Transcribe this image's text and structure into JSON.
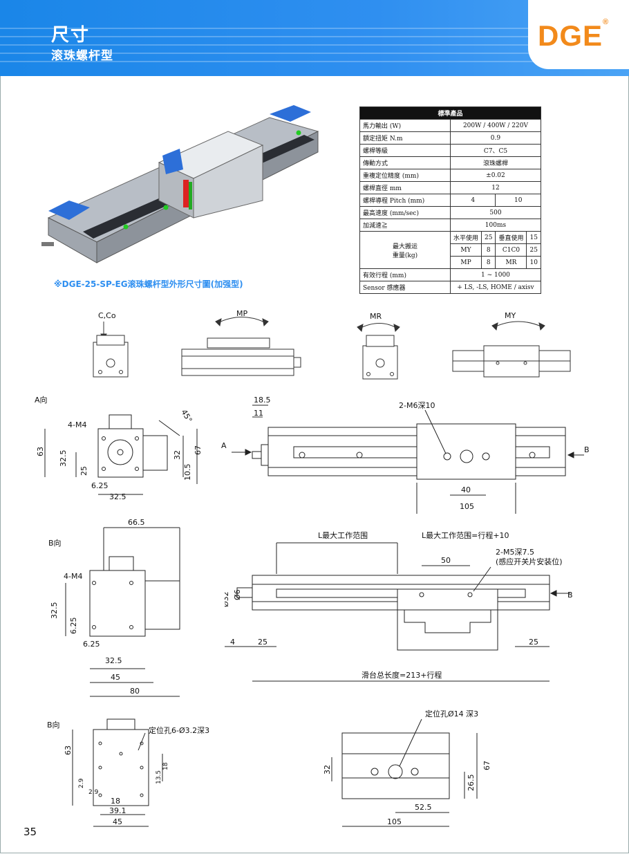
{
  "header": {
    "title": "尺寸",
    "subtitle": "滚珠螺杆型",
    "brand": "DGE",
    "brand_mark": "®"
  },
  "spec_table": {
    "heading": "標準產品",
    "rows": [
      {
        "label": "馬力輸出 (W)",
        "value": "200W   / 400W   / 220V"
      },
      {
        "label": "額定扭矩 N.m",
        "value": "0.9"
      },
      {
        "label": "螺桿等級",
        "value": "C7、C5"
      },
      {
        "label": "傳動方式",
        "value": "滾珠螺桿"
      },
      {
        "label": "重複定位精度 (mm)",
        "value": "±0.02"
      },
      {
        "label": "螺桿直徑 mm",
        "value": "12"
      },
      {
        "label": "螺桿導程 Pitch (mm)",
        "values": [
          "4",
          "10"
        ]
      },
      {
        "label": "最高速度 (mm/sec)",
        "value": "500"
      },
      {
        "label": "加減速≧",
        "value": "100ms"
      }
    ],
    "load": {
      "label": "最大搬运\n重量(kg)",
      "cells": [
        [
          "水平使用",
          "25",
          "垂直使用",
          "15"
        ],
        [
          "MY",
          "8",
          "C1C0",
          "25"
        ],
        [
          "MP",
          "8",
          "MR",
          "10"
        ]
      ]
    },
    "rows2": [
      {
        "label": "有效行程 (mm)",
        "value": "1 ~ 1000"
      },
      {
        "label": "Sensor  感應器",
        "value": "+ LS, -LS, HOME   / axisv"
      }
    ]
  },
  "caption": "※DGE-25-SP-EG滚珠螺杆型外形尺寸圖(加强型)",
  "load_icons": [
    "C,Co",
    "MP",
    "MR",
    "MY"
  ],
  "view_a": {
    "label": "A向",
    "notes": [
      "4-M4",
      "45°",
      "63",
      "32.5",
      "25",
      "6.25",
      "32.5",
      "32",
      "67",
      "10.5"
    ]
  },
  "top_view": {
    "notes": [
      "18.5",
      "11",
      "2-M6深10",
      "A",
      "B",
      "40",
      "105"
    ]
  },
  "view_b": {
    "label": "B向",
    "notes": [
      "66.5",
      "4-M4",
      "32.5",
      "6.25",
      "6.25",
      "32.5",
      "45",
      "80"
    ]
  },
  "side_view": {
    "notes": [
      "L最大工作范围",
      "L最大工作范围=行程+10",
      "50",
      "2-M5深7.5",
      "(感应开关片安装位)",
      "Ø32",
      "Ø6",
      "B",
      "4",
      "25",
      "25",
      "滑台总长度=213+行程"
    ]
  },
  "view_b2": {
    "label": "B向",
    "notes": [
      "定位孔6-Ø3.2深3",
      "63",
      "2.9",
      "2.9",
      "13.5",
      "18",
      "18",
      "39.1",
      "45"
    ]
  },
  "carriage_view": {
    "notes": [
      "定位孔Ø14 深3",
      "32",
      "67",
      "26.5",
      "52.5",
      "105"
    ]
  },
  "page_number": "35"
}
